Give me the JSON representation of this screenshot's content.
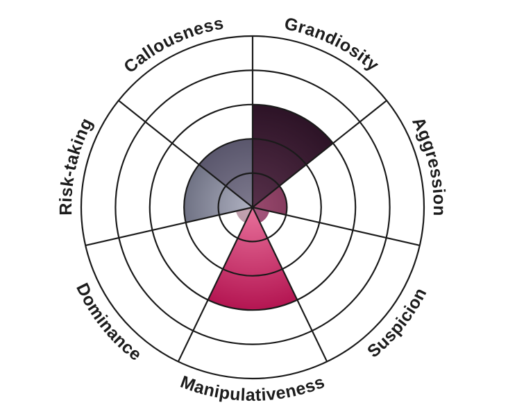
{
  "chart_data": {
    "type": "polar-area",
    "categories": [
      "Grandiosity",
      "Aggression",
      "Suspicion",
      "Manipulativeness",
      "Dominance",
      "Risk-taking",
      "Callousness"
    ],
    "values": [
      3,
      1,
      0.5,
      3,
      0.5,
      2,
      2
    ],
    "rmax": 5,
    "rings": 5,
    "grid": true,
    "colors": {
      "Grandiosity": [
        "#57304a",
        "#2b1225"
      ],
      "Aggression": [
        "#9a4a6e",
        "#5a1e3e"
      ],
      "Suspicion": [
        "#a85880",
        "#6a2446"
      ],
      "Manipulativeness": [
        "#e8729c",
        "#b2124f"
      ],
      "Dominance": [
        "#c7a6b4",
        "#8a6a78"
      ],
      "Risk-taking": [
        "#b0b2c2",
        "#4c4f62"
      ],
      "Callousness": [
        "#7e7a8e",
        "#46435a"
      ]
    }
  }
}
